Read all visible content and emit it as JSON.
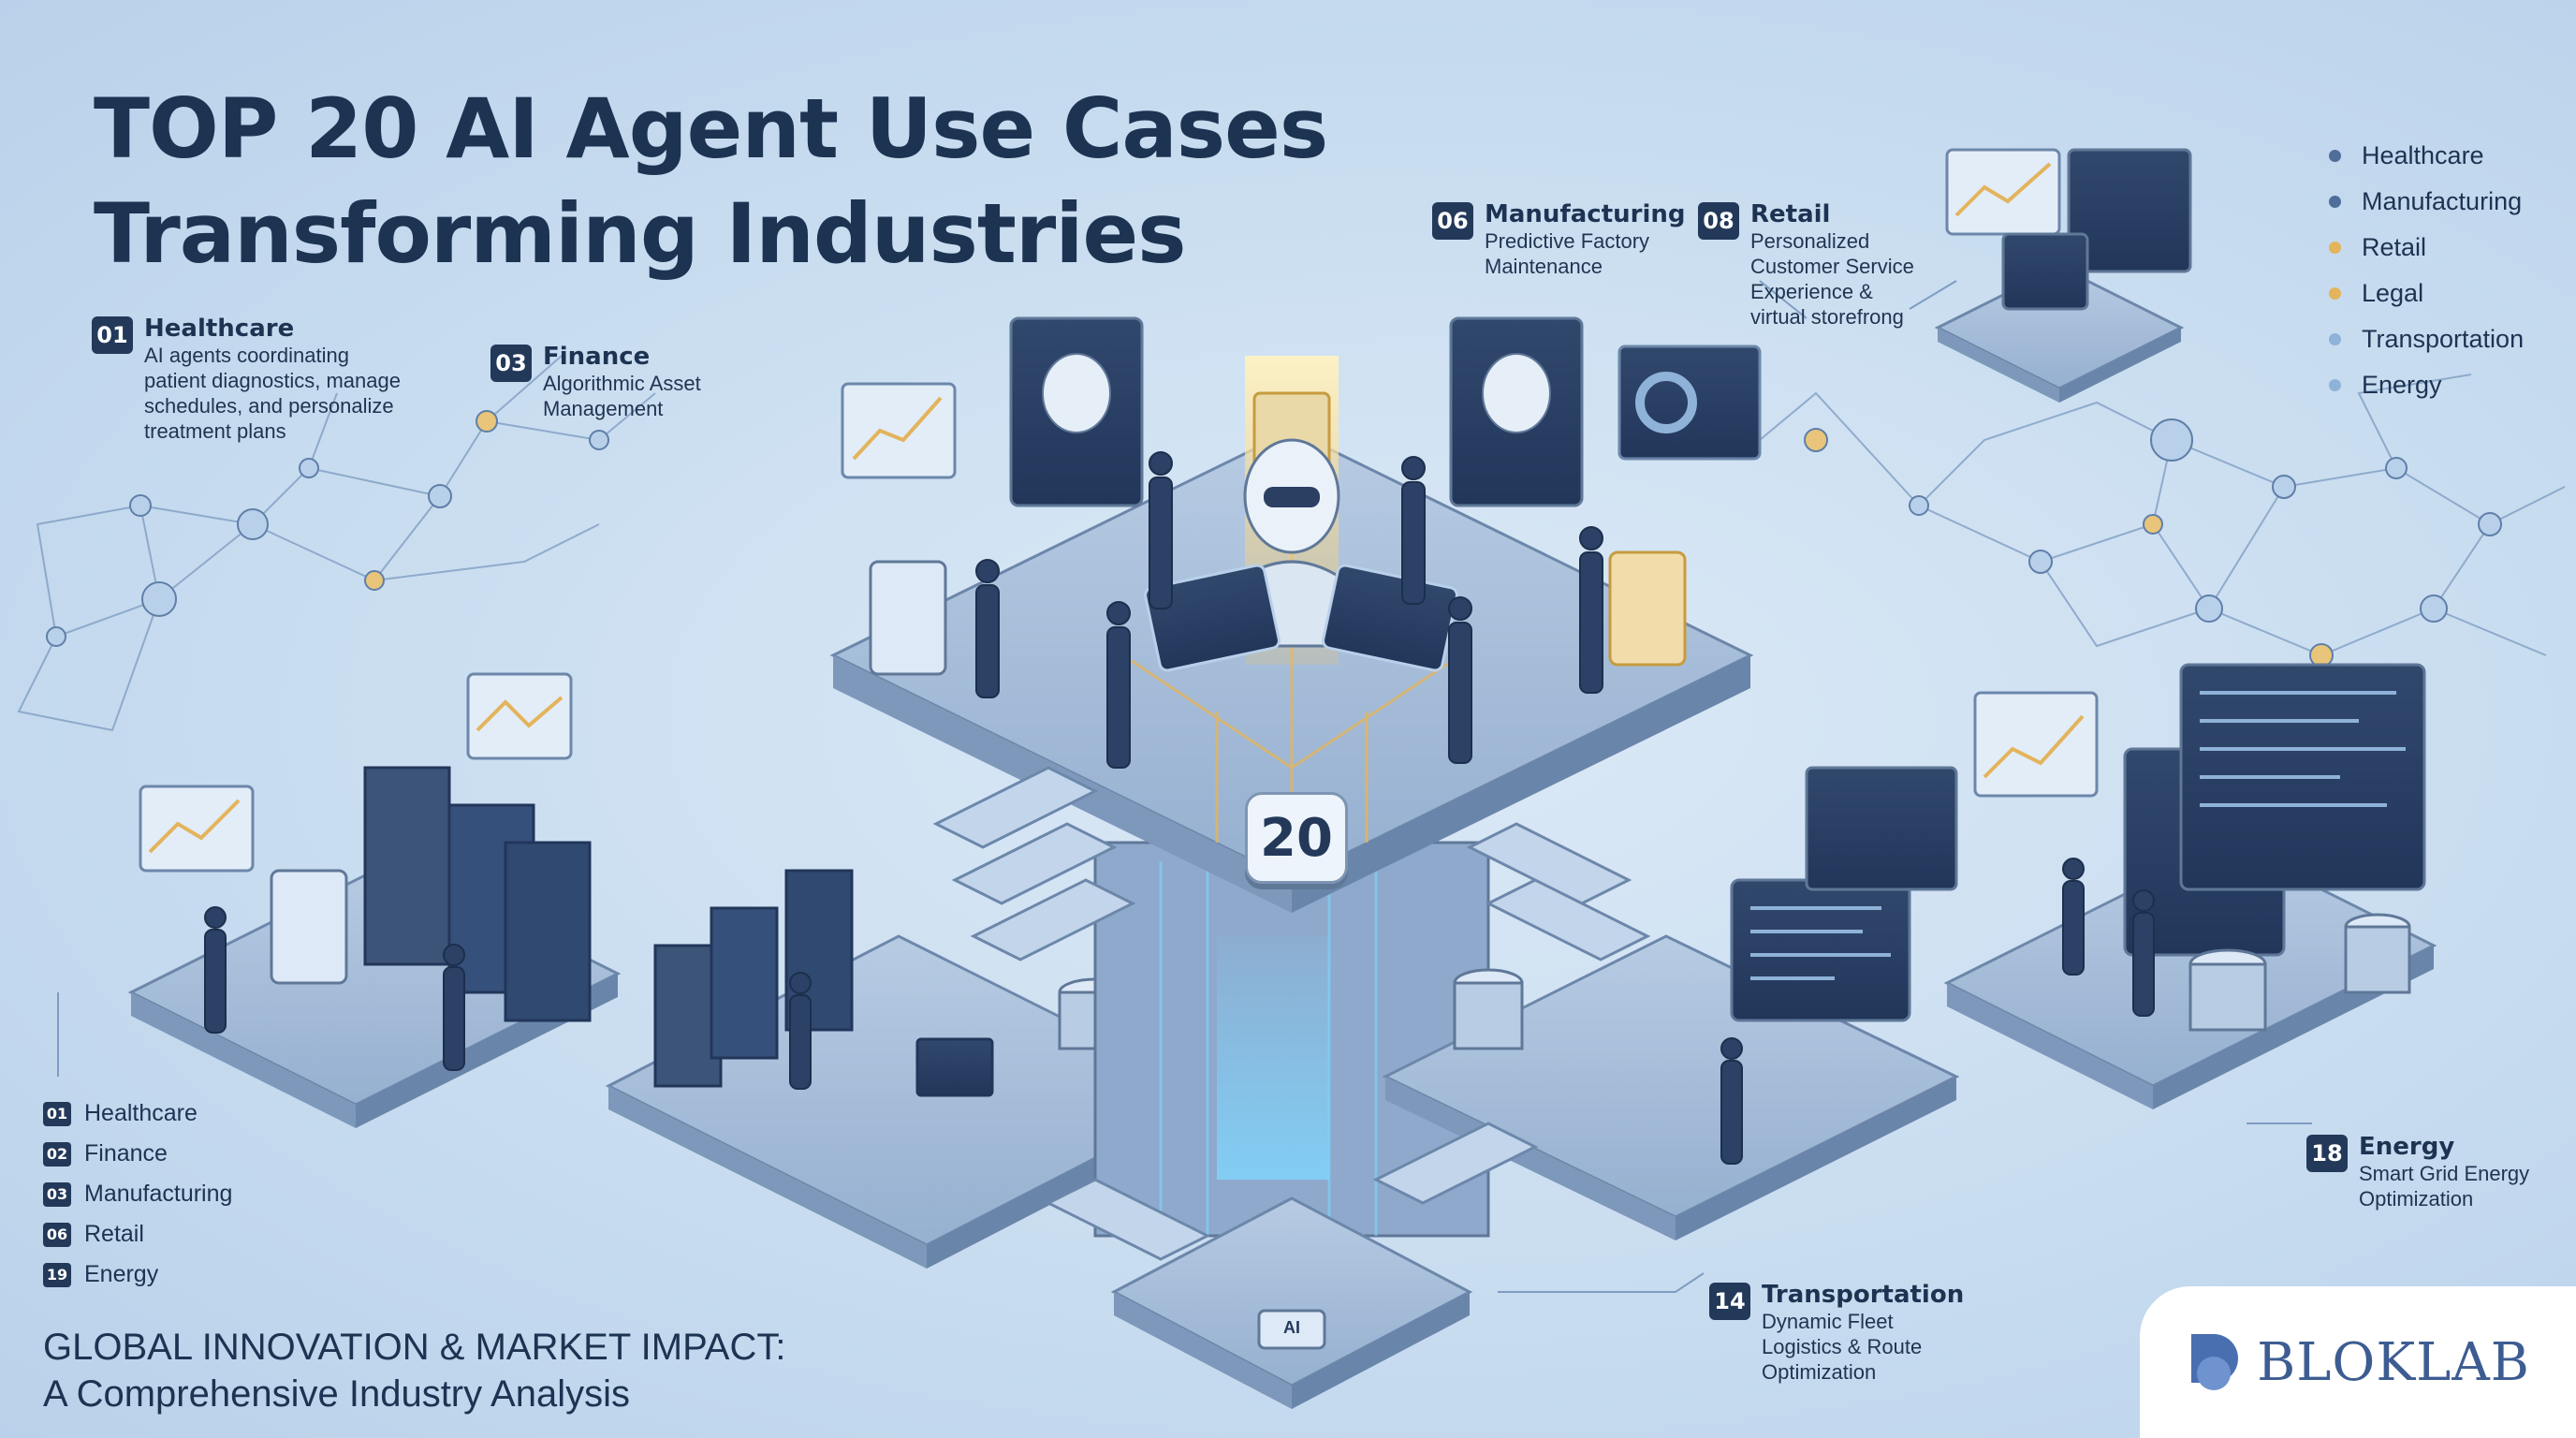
{
  "title": {
    "line1": "TOP 20 AI Agent Use Cases",
    "line2": "Transforming Industries"
  },
  "callouts": {
    "healthcare": {
      "number": "01",
      "title": "Healthcare",
      "desc": "AI agents coordinating\npatient diagnostics, manage\nschedules, and personalize\ntreatment plans"
    },
    "finance": {
      "number": "03",
      "title": "Finance",
      "desc": "Algorithmic Asset\nManagement"
    },
    "manufacturing": {
      "number": "06",
      "title": "Manufacturing",
      "desc": "Predictive Factory\nMaintenance"
    },
    "retail": {
      "number": "08",
      "title": "Retail",
      "desc": "Personalized\nCustomer Service\nExperience &\nvirtual storefrong"
    },
    "transportation": {
      "number": "14",
      "title": "Transportation",
      "desc": "Dynamic Fleet\nLogistics & Route\nOptimization"
    },
    "energy": {
      "number": "18",
      "title": "Energy",
      "desc": "Smart Grid Energy\nOptimization"
    }
  },
  "legend_right": [
    {
      "label": "Healthcare",
      "color": "#4f6d99"
    },
    {
      "label": "Manufacturing",
      "color": "#4f6d99"
    },
    {
      "label": "Retail",
      "color": "#e3b45c"
    },
    {
      "label": "Legal",
      "color": "#e3b45c"
    },
    {
      "label": "Transportation",
      "color": "#8fb2d8"
    },
    {
      "label": "Energy",
      "color": "#8fb2d8"
    }
  ],
  "legend_left": [
    {
      "number": "01",
      "label": "Healthcare"
    },
    {
      "number": "02",
      "label": "Finance"
    },
    {
      "number": "03",
      "label": "Manufacturing"
    },
    {
      "number": "06",
      "label": "Retail"
    },
    {
      "number": "19",
      "label": "Energy"
    }
  ],
  "center_badge": "20",
  "ai_chip_label": "AI",
  "footer": {
    "line1": "GLOBAL INNOVATION & MARKET IMPACT:",
    "line2": "A Comprehensive Industry Analysis"
  },
  "logo": {
    "text": "BLOKLAB",
    "icon": "bloklab-logo-icon"
  },
  "colors": {
    "background": "#c9ddf0",
    "navy": "#23395a",
    "platform": "#9fb8d6",
    "accent_gold": "#e3b45c",
    "accent_cyan": "#7fd6ff"
  }
}
